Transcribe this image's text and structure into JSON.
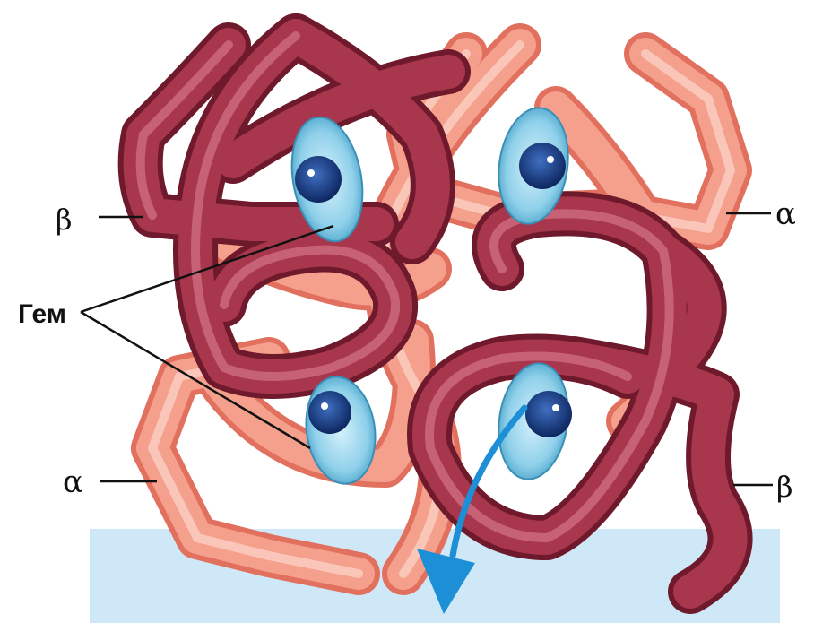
{
  "labels": {
    "heme": "Гем",
    "alpha_left": "α",
    "alpha_right": "α",
    "beta_left": "β",
    "beta_right": "β"
  },
  "colors": {
    "alpha_chain": "#f08a78",
    "alpha_chain_light": "#f7b3a3",
    "beta_chain": "#9e2f45",
    "beta_chain_light": "#c85a6e",
    "heme_disc": "#8fd0ea",
    "heme_center": "#123a7a",
    "base_band": "#cfe8f7",
    "arrow": "#1c8fd6"
  },
  "icons": {
    "heme_groups": "heme-disc-icon",
    "oxygen_release": "arrow-down-icon"
  }
}
